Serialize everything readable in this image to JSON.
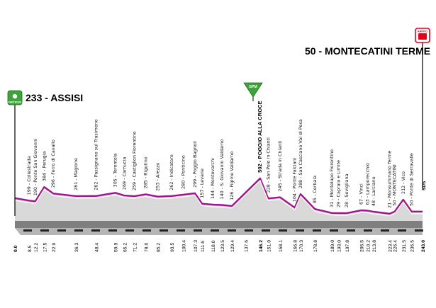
{
  "start": {
    "label": "233 - ASSISI",
    "badge": "PARTENZA",
    "km": "0.0"
  },
  "finish": {
    "label": "50 - MONTECATINI TERME",
    "badge": "ARRIVO",
    "km": "243.0"
  },
  "gpm": {
    "label": "502 - POGGIO ALLA CROCE",
    "badge": "GPM",
    "km": "146.2"
  },
  "end_code": "SDS",
  "colors": {
    "profile_outline": "#a0148c",
    "profile_fill": "#d9d9d9",
    "profile_dark": "#7f7f7f",
    "start_green": "#3ea33a",
    "finish_red": "#e3001b",
    "road": "#222222"
  },
  "chart_data": {
    "type": "area",
    "title": "",
    "xlabel": "",
    "ylabel": "",
    "x_unit": "km",
    "y_unit": "m",
    "xlim": [
      0,
      243.0
    ],
    "ylim": [
      0,
      520
    ],
    "points": [
      {
        "km": 0.0,
        "alt": 233
      },
      {
        "km": 8.5,
        "alt": 199,
        "name": "Collestrada"
      },
      {
        "km": 12.2,
        "alt": 190,
        "name": "Ponte San Giovanni"
      },
      {
        "km": 17.5,
        "alt": 384,
        "name": "Perugia"
      },
      {
        "km": 22.9,
        "alt": 296,
        "name": "Ferro di Cavallo"
      },
      {
        "km": 36.3,
        "alt": 261,
        "name": "Magione"
      },
      {
        "km": 48.4,
        "alt": 262,
        "name": "Passignano sul Trasimeno"
      },
      {
        "km": 59.9,
        "alt": 305,
        "name": "Terontola"
      },
      {
        "km": 65.2,
        "alt": 269,
        "name": "Camucia"
      },
      {
        "km": 71.2,
        "alt": 259,
        "name": "Castiglion Fiorentino"
      },
      {
        "km": 78.0,
        "alt": 285,
        "name": "Rigutino"
      },
      {
        "km": 85.2,
        "alt": 253,
        "name": "Arezzo"
      },
      {
        "km": 93.5,
        "alt": 262,
        "name": "Indicatore"
      },
      {
        "km": 100.4,
        "alt": 280,
        "name": "Ponticino"
      },
      {
        "km": 107.3,
        "alt": 299,
        "name": "Poggio Bagnoli"
      },
      {
        "km": 111.6,
        "alt": 157,
        "name": "Levane"
      },
      {
        "km": 118.0,
        "alt": 144,
        "name": "Montevarchi"
      },
      {
        "km": 123.5,
        "alt": 140,
        "name": "S. Giovanni Valdarno"
      },
      {
        "km": 129.4,
        "alt": 126,
        "name": "Figline Valdarno"
      },
      {
        "km": 146.2,
        "alt": 502,
        "name": "POGGIO ALLA CROCE"
      },
      {
        "km": 151.0,
        "alt": 228,
        "name": "San Polo in Chianti"
      },
      {
        "km": 158.1,
        "alt": 245,
        "name": "Strada in Chianti"
      },
      {
        "km": 166.8,
        "alt": 104,
        "name": "Ponte Falciani"
      },
      {
        "km": 170.3,
        "alt": 288,
        "name": "San Casciano Val di Pesa"
      },
      {
        "km": 178.8,
        "alt": 85,
        "name": "Cerbaia"
      },
      {
        "km": 189.0,
        "alt": 31,
        "name": "Montelupo Fiorentino"
      },
      {
        "km": 193.0,
        "alt": 29,
        "name": "Capraia e Limite"
      },
      {
        "km": 197.8,
        "alt": 28,
        "name": "Sovigliana"
      },
      {
        "km": 206.5,
        "alt": 67,
        "name": "Vinci"
      },
      {
        "km": 210.2,
        "alt": 63,
        "name": "Lamporecchio"
      },
      {
        "km": 213.8,
        "alt": 48,
        "name": "Larciano"
      },
      {
        "km": 223.4,
        "alt": 21,
        "name": "Monsummano Terme"
      },
      {
        "km": 226.4,
        "alt": 50,
        "name": "MONTECATINI"
      },
      {
        "km": 231.5,
        "alt": 212,
        "name": "Vico"
      },
      {
        "km": 236.5,
        "alt": 50,
        "name": "Ponte di Serravalle"
      },
      {
        "km": 243.0,
        "alt": 50
      }
    ],
    "km_labels": [
      "0.0",
      "8.5",
      "12.2",
      "17.5",
      "22.9",
      "36.3",
      "48.4",
      "59.9",
      "65.2",
      "71.2",
      "78.0",
      "85.2",
      "93.5",
      "100.4",
      "107.3",
      "111.6",
      "118.0",
      "123.5",
      "129.4",
      "137.6",
      "146.2",
      "151.0",
      "158.1",
      "166.8",
      "170.3",
      "178.8",
      "189.0",
      "193.0",
      "197.8",
      "206.5",
      "210.2",
      "213.8",
      "223.4",
      "226.4",
      "231.5",
      "236.5",
      "243.0"
    ]
  }
}
